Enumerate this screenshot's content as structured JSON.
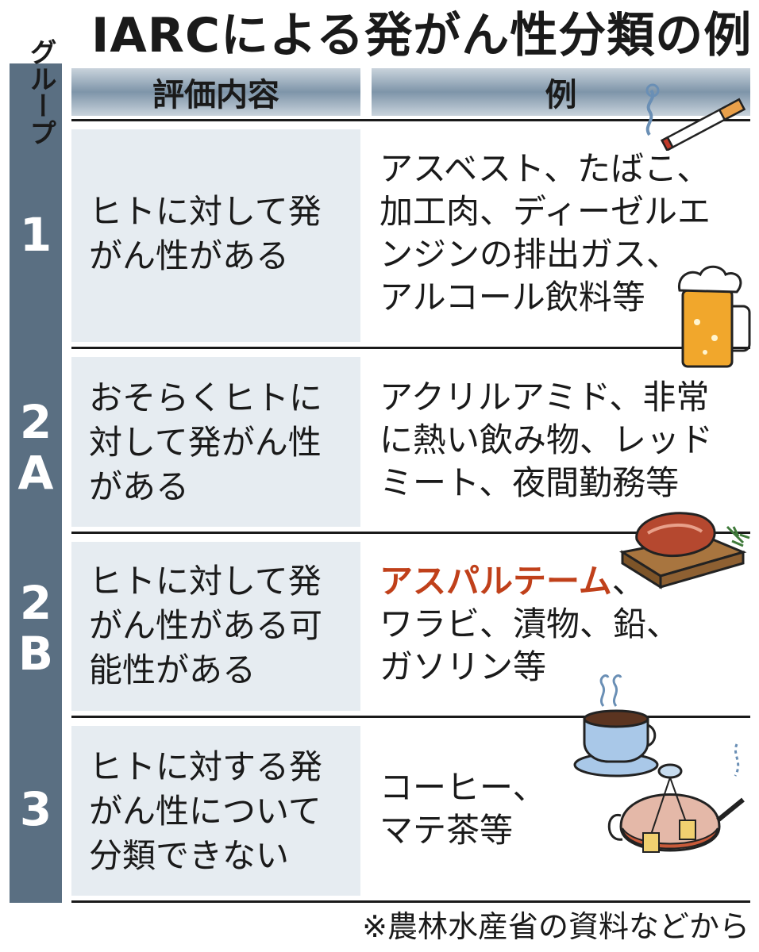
{
  "title": "IARCによる発がん性分類の例",
  "header": {
    "group": "グループ",
    "evaluation": "評価内容",
    "example": "例"
  },
  "rows": [
    {
      "group": "1",
      "evaluation": "ヒトに対して発\nがん性がある",
      "examples": "アスベスト、たばこ、\n加工肉、ディーゼルエ\nンジンの排出ガス、\nアルコール飲料等"
    },
    {
      "group": "2\nA",
      "evaluation": "おそらくヒトに\n対して発がん性\nがある",
      "examples": "アクリルアミド、非常\nに熱い飲み物、レッド\nミート、夜間勤務等"
    },
    {
      "group": "2\nB",
      "evaluation": "ヒトに対して発\nがん性がある可\n能性がある",
      "examples_highlight": "アスパルテーム",
      "examples_rest_first": "、",
      "examples": "ワラビ、漬物、鉛、\nガソリン等"
    },
    {
      "group": "3",
      "evaluation": "ヒトに対する発\nがん性について\n分類できない",
      "examples": "コーヒー、\nマテ茶等"
    }
  ],
  "footnote": "※農林水産省の資料などから",
  "colors": {
    "group_column": "#5a6f82",
    "eval_cell": "#e6ecf1",
    "highlight": "#c0401a"
  },
  "icons": [
    "cigarette-icon",
    "beer-mug-icon",
    "steak-icon",
    "coffee-cup-icon",
    "teapot-icon"
  ]
}
